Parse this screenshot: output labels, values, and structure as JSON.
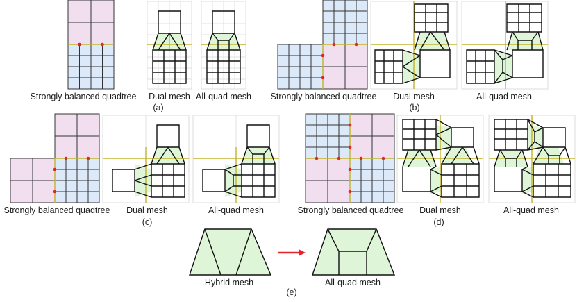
{
  "figure": {
    "colors": {
      "pink": "#f1dff0",
      "blue": "#dbe9f9",
      "green": "#dff5d8",
      "grid": "#d2d2d2",
      "quadline": "#333333",
      "meshline": "#111111",
      "boundary": "#c2b32a",
      "vertex": "#e0242a",
      "arrow": "#e0242a"
    },
    "labels": {
      "sbq": "Strongly balanced quadtree",
      "dual": "Dual mesh",
      "allquad": "All-quad mesh",
      "hybrid": "Hybrid mesh"
    },
    "captions": {
      "a": "(a)",
      "b": "(b)",
      "c": "(c)",
      "d": "(d)",
      "e": "(e)"
    }
  }
}
